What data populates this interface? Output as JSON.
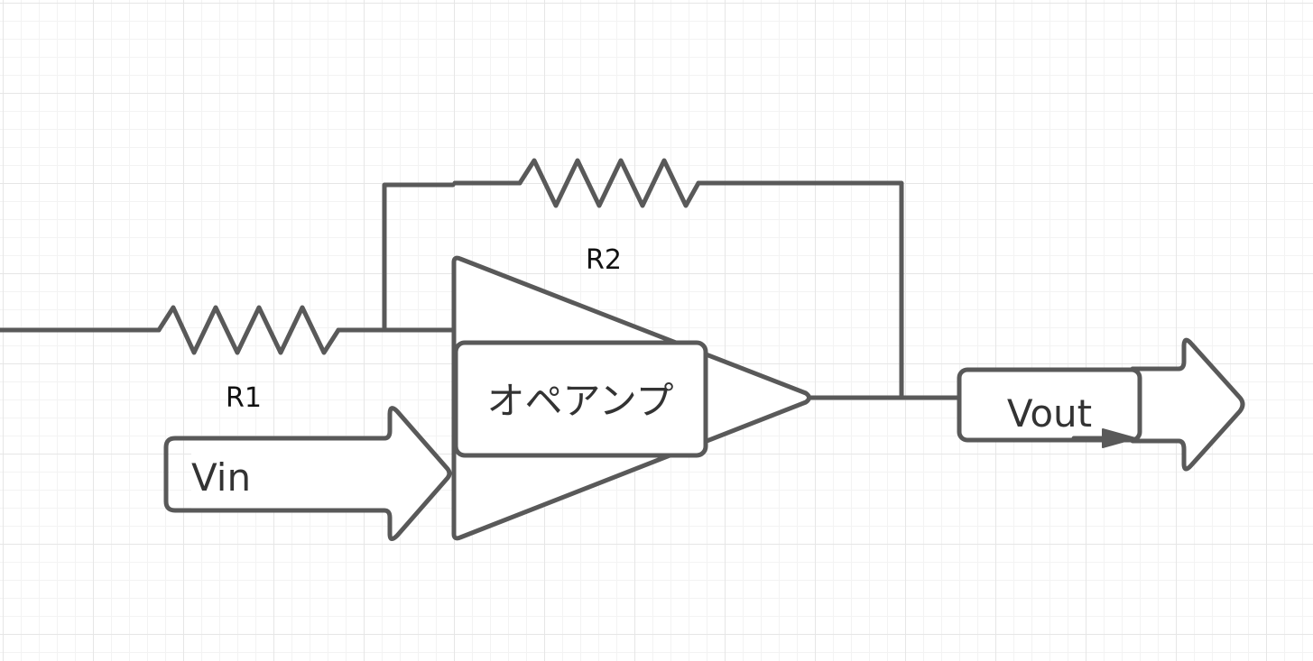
{
  "diagram": {
    "components": {
      "r1": {
        "label": "R1"
      },
      "r2": {
        "label": "R2"
      },
      "opamp": {
        "label": "オペアンプ"
      },
      "input": {
        "label": "Vin"
      },
      "output": {
        "label": "Vout"
      }
    },
    "colors": {
      "stroke": "#595959",
      "background": "#ffffff",
      "grid": "#e6e6e6",
      "text": "#333333"
    }
  }
}
